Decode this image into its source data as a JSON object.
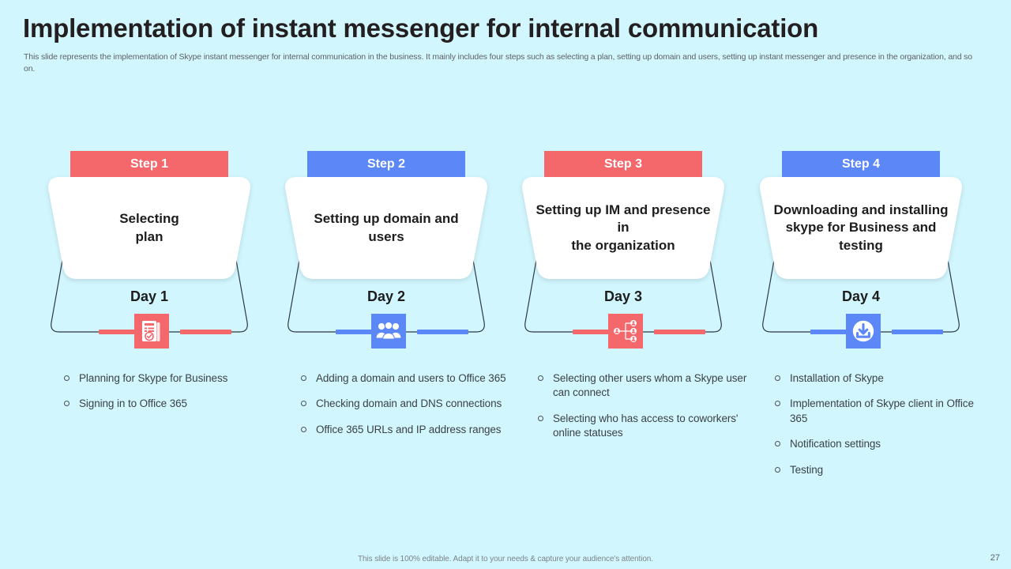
{
  "slide": {
    "title": "Implementation of instant messenger for internal communication",
    "subtitle": "This slide represents the implementation of Skype instant messenger for internal communication in the business. It mainly includes four steps such as selecting a plan, setting up domain and users, setting up instant messenger and presence in the organization, and so on.",
    "background_color": "#d2f6fd",
    "footer_note": "This slide is 100% editable. Adapt it to your needs & capture your audience's attention.",
    "page_number": "27"
  },
  "colors": {
    "red": "#f4676b",
    "blue": "#5b87f7",
    "card": "#ffffff",
    "outline": "#2b3a46",
    "text_dark": "#1d1d1d",
    "text_body": "#3a4248"
  },
  "steps": [
    {
      "header": "Step 1",
      "title": "Selecting\nplan",
      "day": "Day 1",
      "color": "#f4676b",
      "icon": "document-checklist-icon",
      "bullets": [
        "Planning for Skype for Business",
        "Signing in to Office 365"
      ]
    },
    {
      "header": "Step 2",
      "title": "Setting up domain and users",
      "day": "Day 2",
      "color": "#5b87f7",
      "icon": "user-group-icon",
      "bullets": [
        "Adding a domain and users to Office 365",
        "Checking domain and DNS connections",
        "Office 365 URLs and IP address ranges"
      ]
    },
    {
      "header": "Step 3",
      "title": "Setting up IM and presence in\nthe organization",
      "day": "Day 3",
      "color": "#f4676b",
      "icon": "network-org-chart-icon",
      "bullets": [
        "Selecting other users whom a Skype user can connect",
        "Selecting who has access to coworkers' online statuses"
      ]
    },
    {
      "header": "Step 4",
      "title": "Downloading and installing skype for Business and testing",
      "day": "Day 4",
      "color": "#5b87f7",
      "icon": "download-icon",
      "bullets": [
        "Installation of Skype",
        "Implementation of Skype client in Office 365",
        "Notification settings",
        "Testing"
      ]
    }
  ]
}
